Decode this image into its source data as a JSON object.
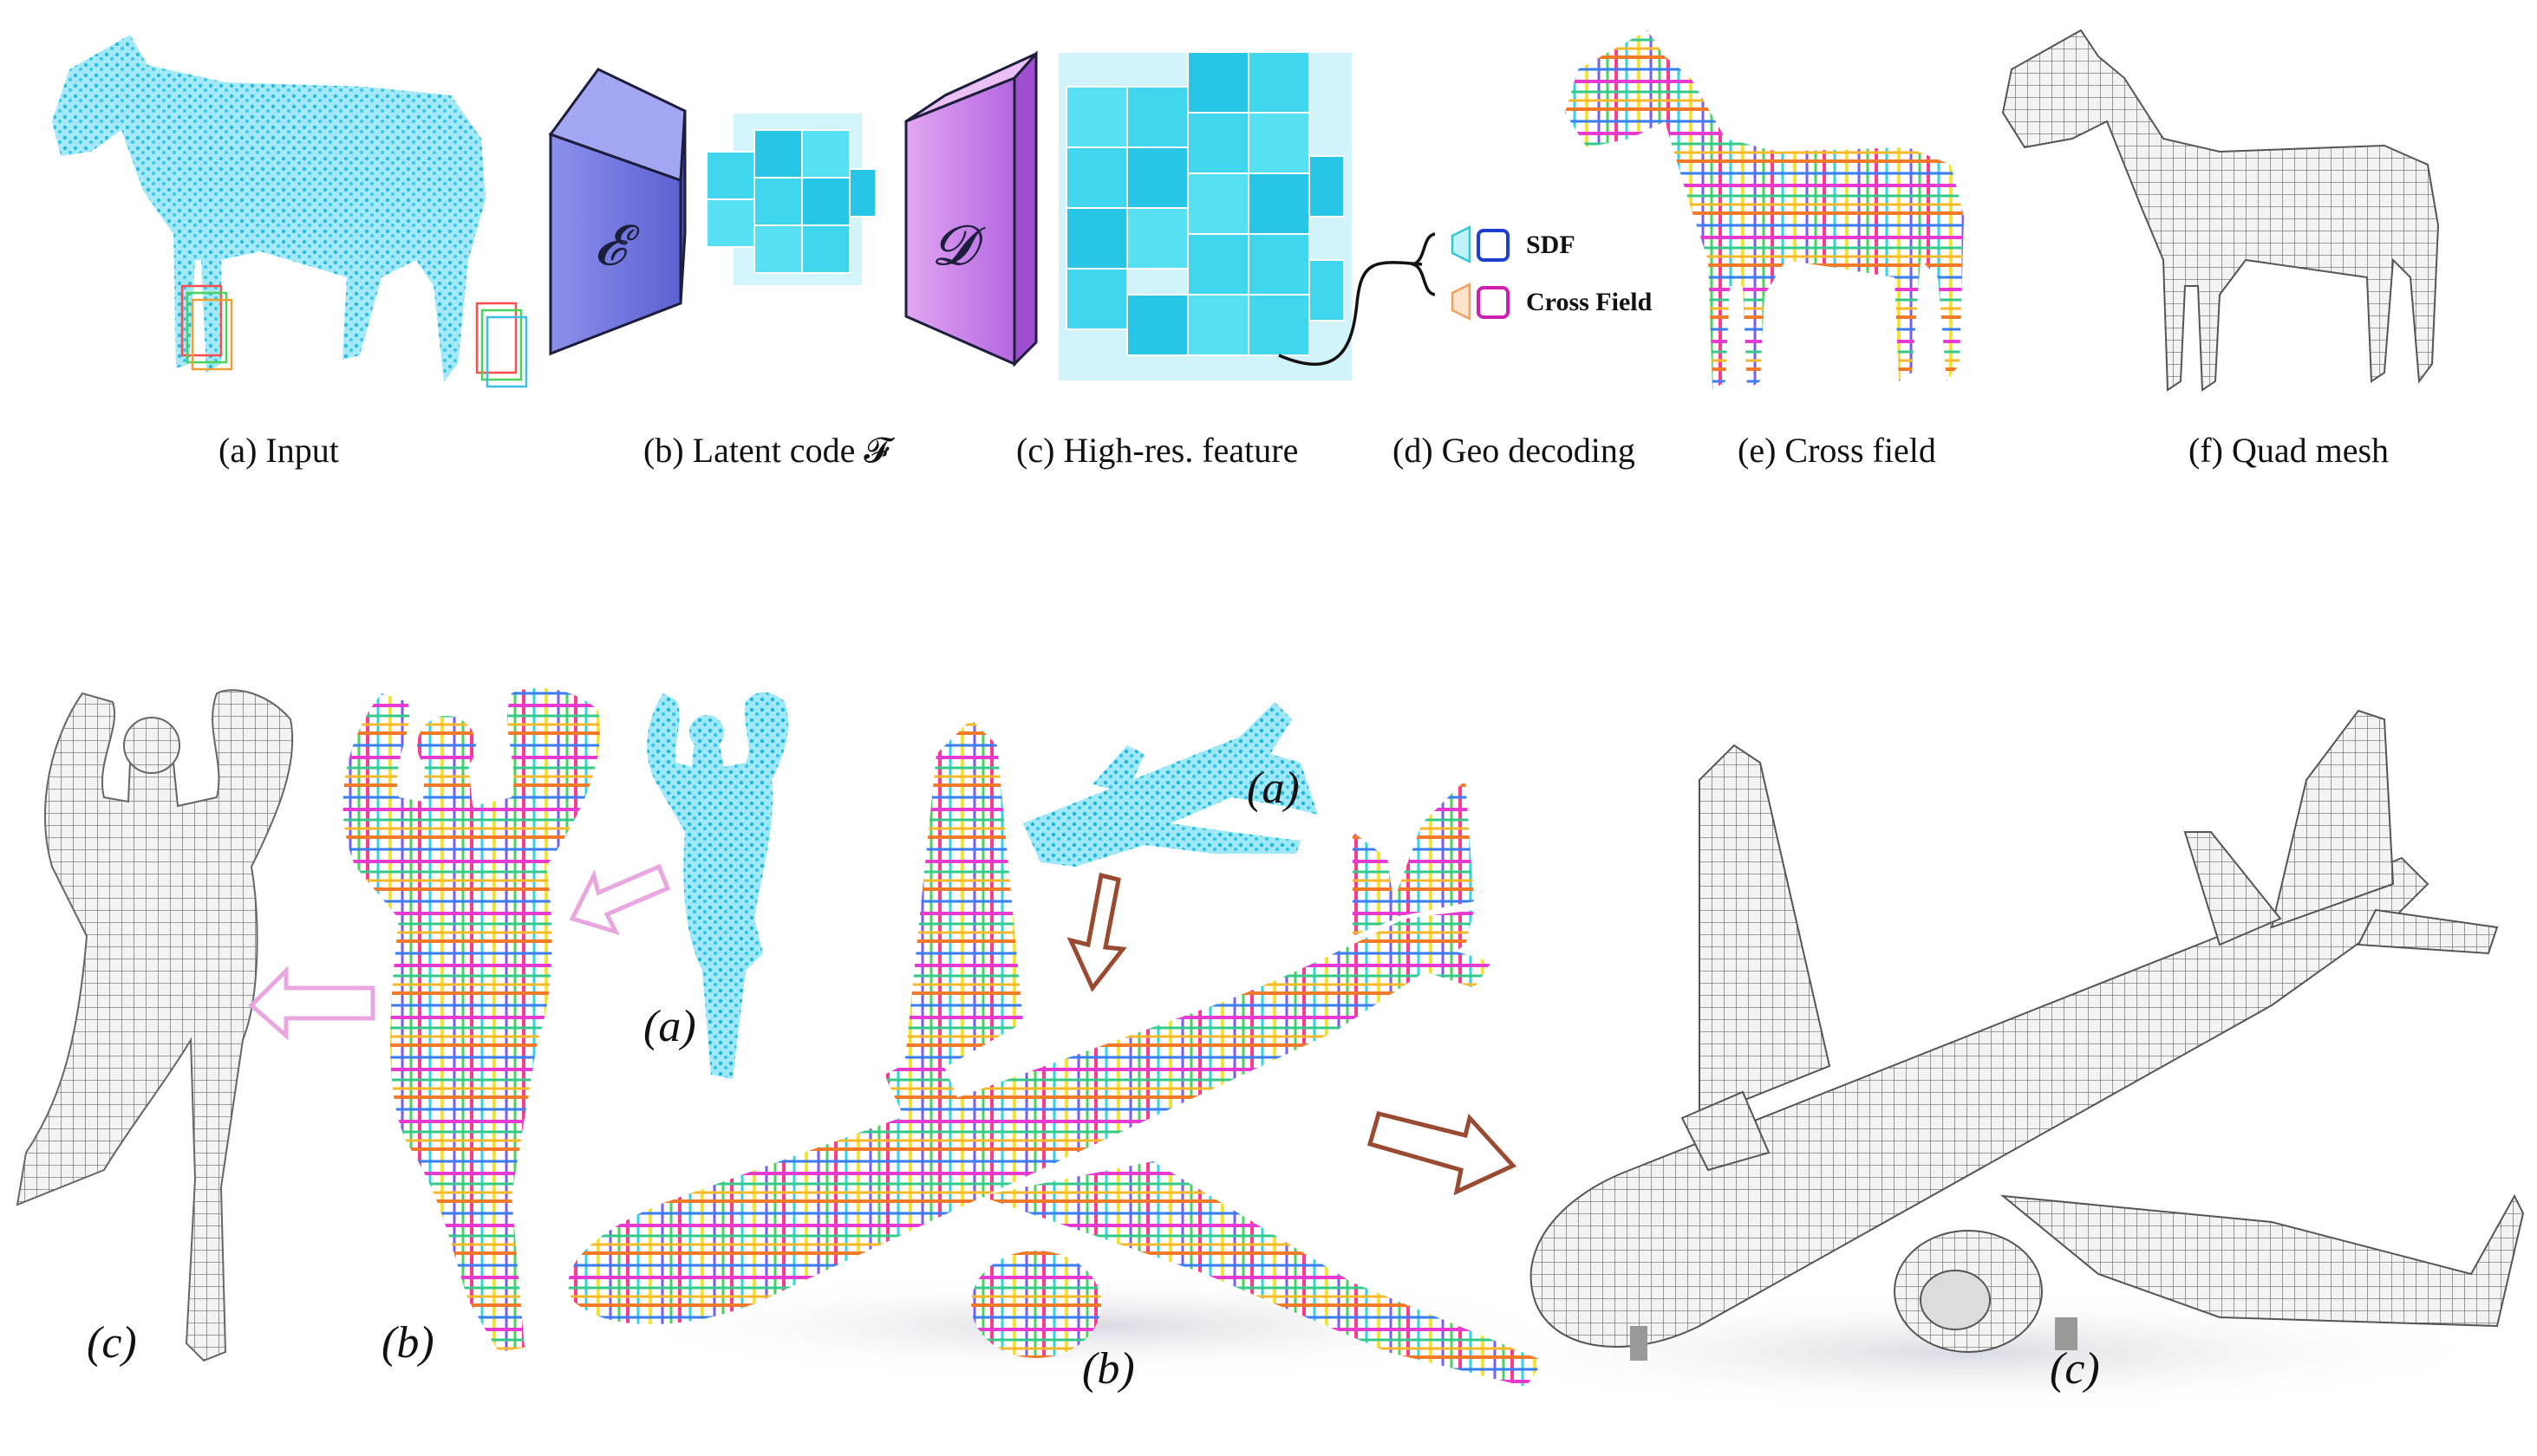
{
  "top_panel": {
    "captions": {
      "a": "(a) Input",
      "b": "(b) Latent code 𝓕",
      "c": "(c) High-res. feature",
      "d": "(d) Geo decoding",
      "e": "(e) Cross field",
      "f": "(f) Quad mesh"
    },
    "encoder_symbol": "𝓔",
    "decoder_symbol": "𝓓",
    "legend": {
      "sdf": "SDF",
      "cross_field": "Cross Field"
    }
  },
  "bottom_panel": {
    "human_labels": {
      "a": "(a)",
      "b": "(b)",
      "c": "(c)"
    },
    "airplane_labels": {
      "a": "(a)",
      "b": "(b)",
      "c": "(c)"
    }
  },
  "colors": {
    "point_cloud": "#3cc8ea",
    "encoder": "#7b7fe0",
    "decoder": "#c07ae0",
    "voxel": "#3fd6ee",
    "mesh_gray": "#d9d9d9",
    "sdf_blue": "#1f3fd0",
    "cross_magenta": "#d01fb0",
    "arrow_pink": "#e8a7e0",
    "arrow_brown": "#9a4a30"
  }
}
